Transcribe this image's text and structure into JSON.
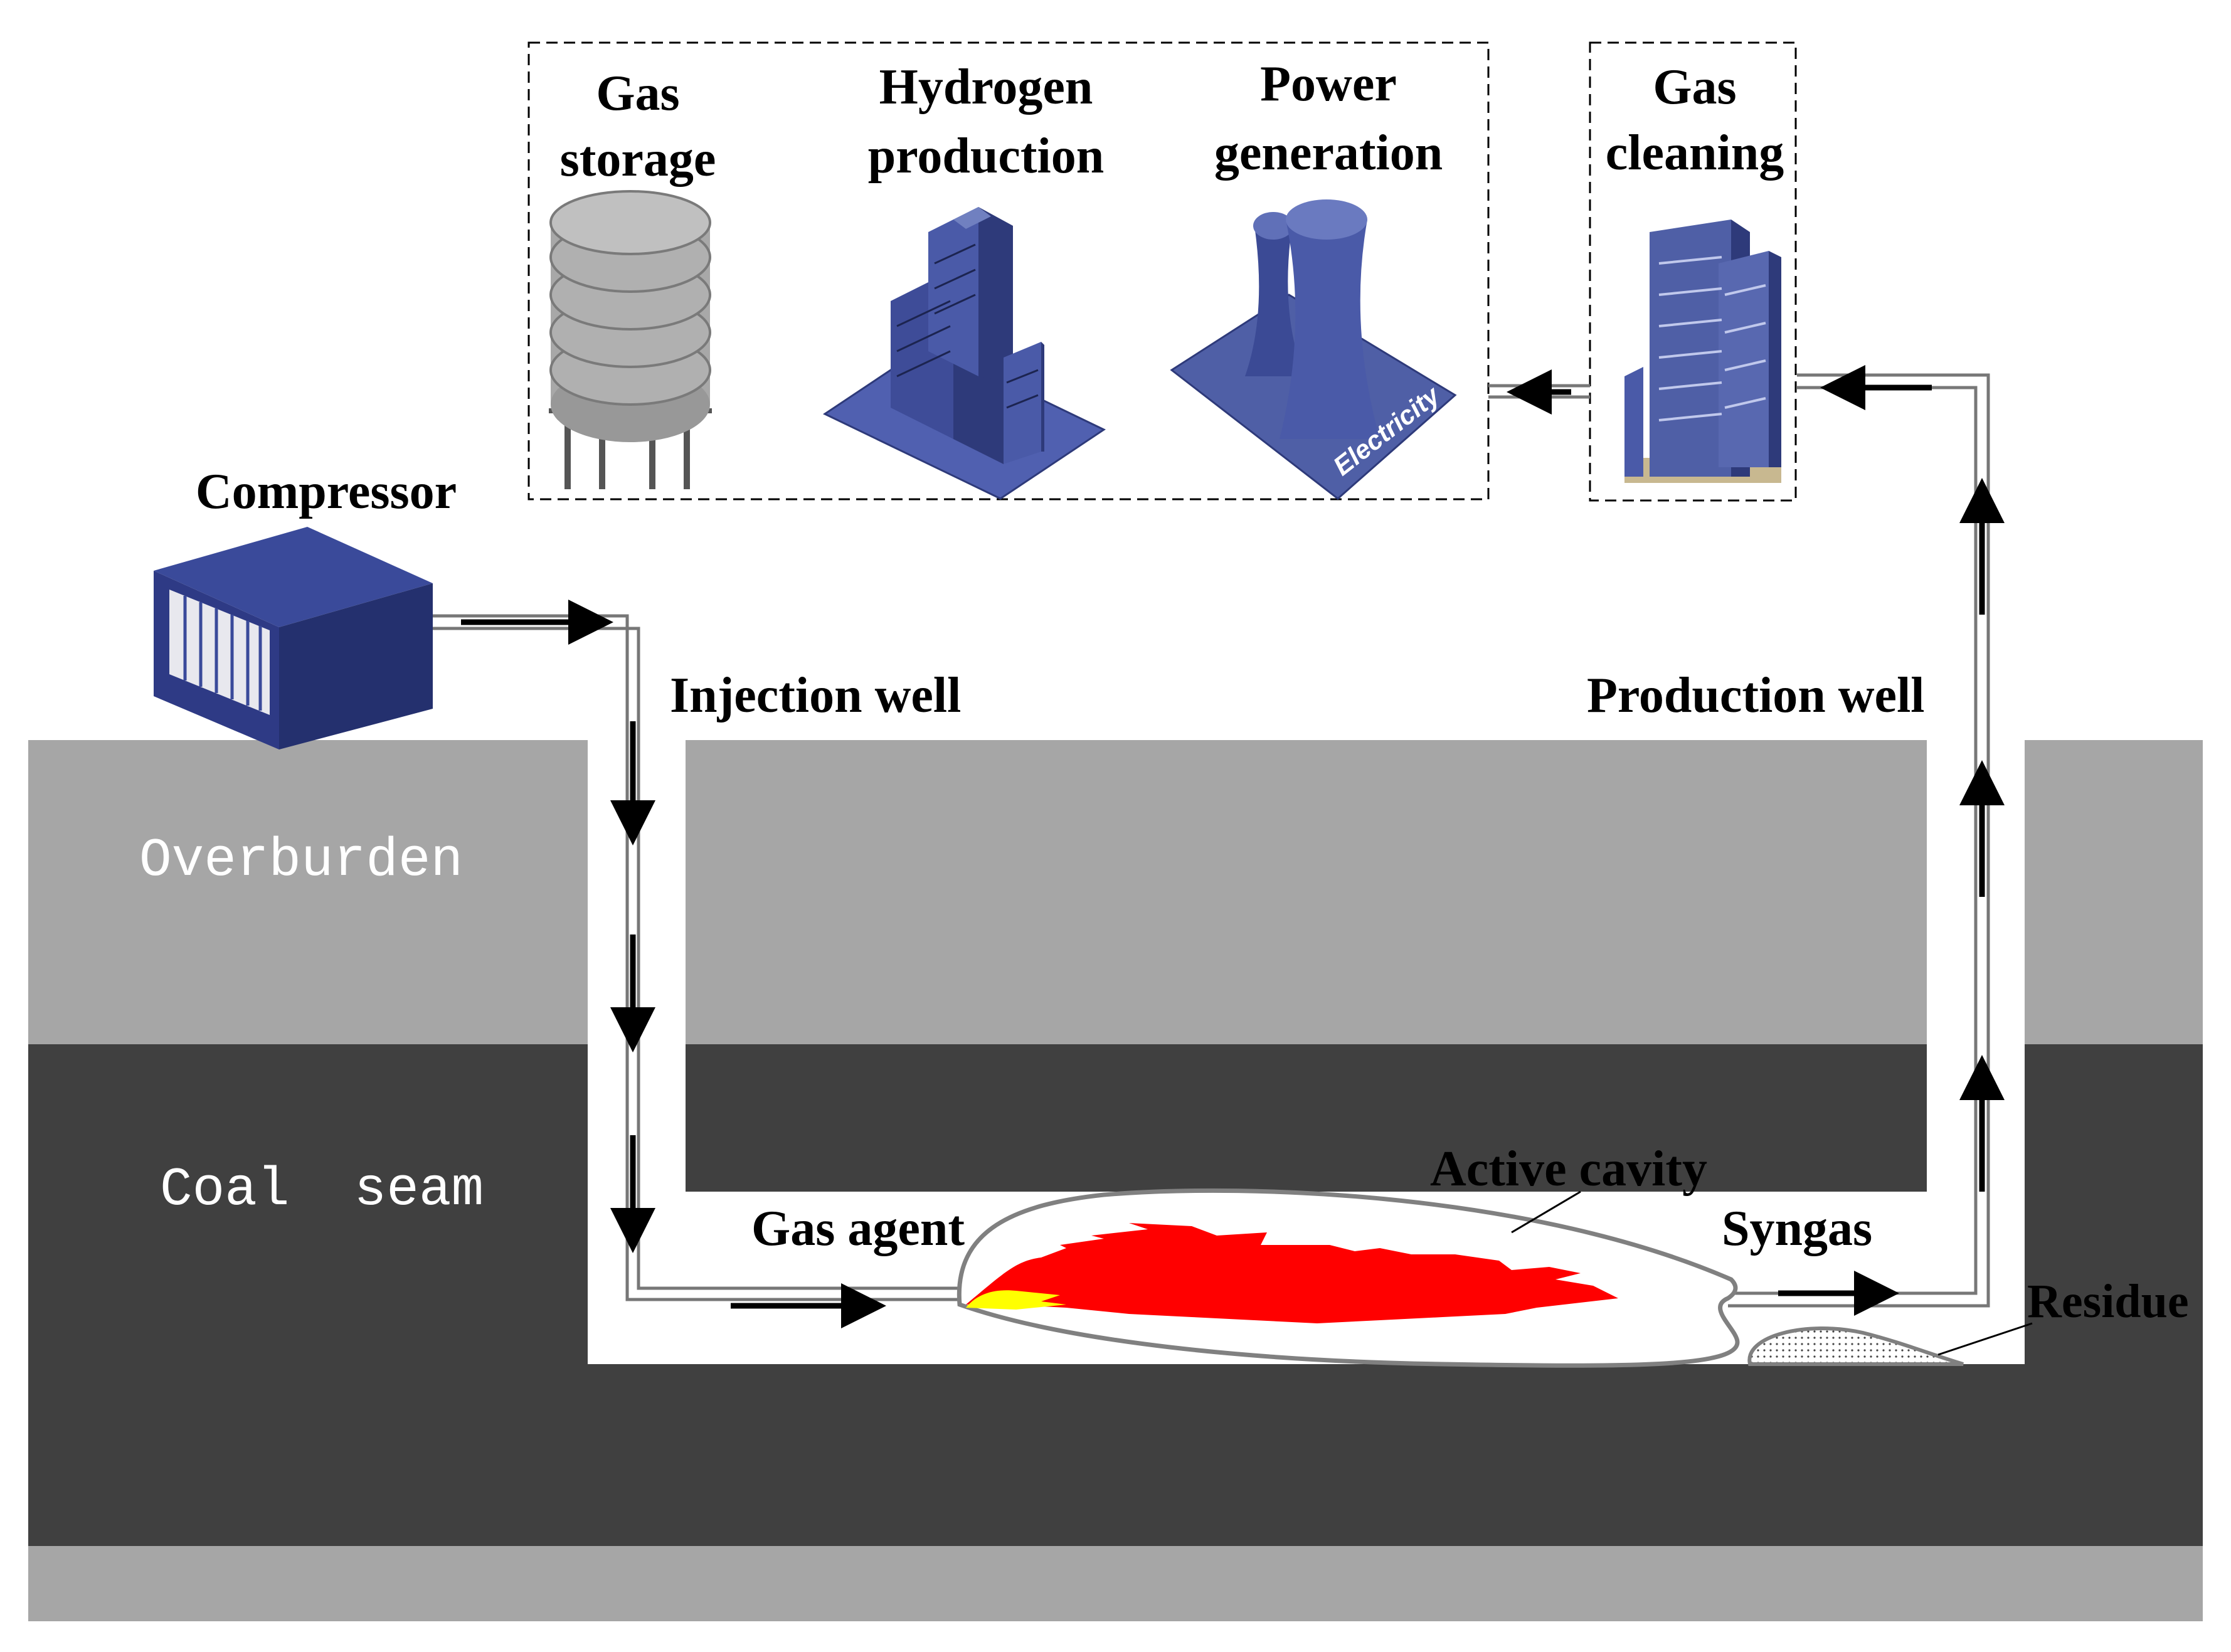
{
  "labels": {
    "gas_storage_1": "Gas",
    "gas_storage_2": "storage",
    "hydrogen_1": "Hydrogen",
    "hydrogen_2": "production",
    "power_1": "Power",
    "power_2": "generation",
    "cleaning_1": "Gas",
    "cleaning_2": "cleaning",
    "compressor": "Compressor",
    "injection_well": "Injection well",
    "production_well": "Production well",
    "overburden": "Overburden",
    "coal_seam": "Coal  seam",
    "gas_agent": "Gas agent",
    "active_cavity": "Active cavity",
    "syngas": "Syngas",
    "residue": "Residue",
    "electricity": "Electricity"
  },
  "colors": {
    "overburden": "#a6a6a6",
    "coal_seam": "#404040",
    "equipment": "#4f5fa6",
    "equipment_dark": "#2e3a7a",
    "flame": "#ff0000",
    "flame_core": "#ffff00",
    "storage_tank": "#a0a0a0"
  }
}
